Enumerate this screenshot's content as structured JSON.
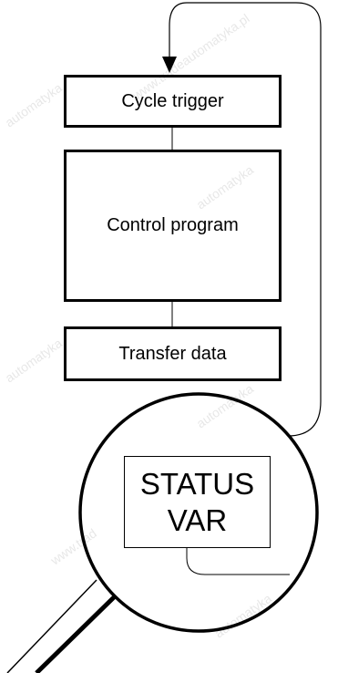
{
  "blocks": {
    "cycle_trigger": "Cycle trigger",
    "control_program": "Control program",
    "transfer_data": "Transfer data"
  },
  "magnified": {
    "line1": "STATUS",
    "line2": "VAR"
  },
  "watermark": "www.tradeautomatyka.pl"
}
